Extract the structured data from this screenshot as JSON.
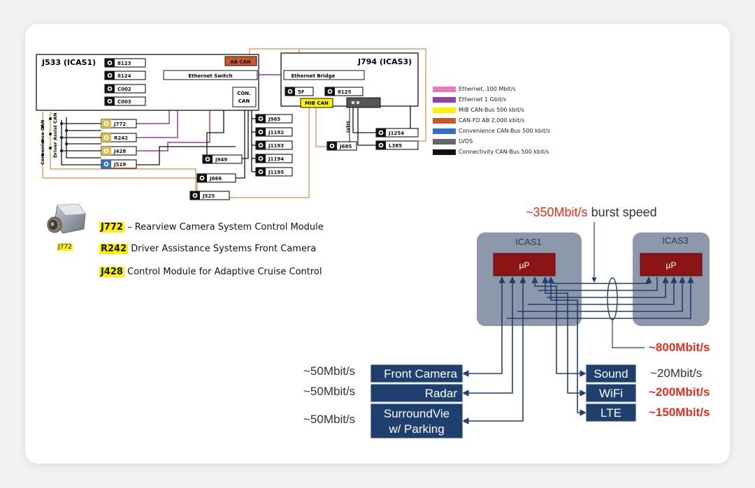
{
  "top_diagram": {
    "j533_title": "J533 (ICAS1)",
    "j794_title": "J794 (ICAS3)",
    "ab_can": "AB CAN",
    "ethernet_switch": "Ethernet Switch",
    "ethernet_bridge": "Ethernet Bridge",
    "con_can": [
      "CON.",
      "CAN"
    ],
    "mib_can": "MIB CAN",
    "lvds": "LVDS",
    "j533_ports": [
      "8123",
      "8124",
      "C002",
      "C003"
    ],
    "j794_ports": [
      "5F",
      "8125"
    ],
    "left_modules": [
      "J772",
      "R242",
      "J428",
      "J519"
    ],
    "center_modules": [
      "J965",
      "J1192",
      "J1193",
      "J1194",
      "J1195",
      "J949",
      "J666",
      "J525",
      "J685"
    ],
    "right_modules": [
      "J1254",
      "L385"
    ],
    "side_labels": [
      "Convenience CAN",
      "Driver Assist CAN"
    ]
  },
  "legend": [
    {
      "label": "Ethernet, 100 Mbit/s",
      "color": "#e57bbd"
    },
    {
      "label": "Ethernet 1 Gbit/s",
      "color": "#9a3ea3"
    },
    {
      "label": "MIB CAN-Bus 500 kbit/s",
      "color": "#fff200"
    },
    {
      "label": "CAN-FD AB 2,000 kbit/s",
      "color": "#c8582b"
    },
    {
      "label": "Convenience CAN-Bus 500 kbit/s",
      "color": "#2f6fc4"
    },
    {
      "label": "LVDS",
      "color": "#666666"
    },
    {
      "label": "Connectivity CAN-Bus 500 kbit/s",
      "color": "#111111"
    }
  ],
  "camera_caption": "J772",
  "definitions": [
    {
      "code": "J772",
      "text": "– Rearview Camera System Control Module"
    },
    {
      "code": "R242",
      "text": "Driver Assistance Systems Front Camera"
    },
    {
      "code": "J428",
      "text": "Control Module for Adaptive Cruise Control"
    }
  ],
  "bottom_diagram": {
    "burst_value": "~350Mbit/s",
    "burst_label": "burst speed",
    "icas1": "ICAS1",
    "icas3": "ICAS3",
    "up": "µP",
    "total": "~800Mbit/s",
    "inputs": [
      {
        "name": "Front Camera",
        "rate": "~50Mbit/s"
      },
      {
        "name": "Radar",
        "rate": "~50Mbit/s"
      },
      {
        "name": "SurroundView/ Parking",
        "name_lines": [
          "SurroundVie",
          "w/ Parking"
        ],
        "rate": "~50Mbit/s"
      }
    ],
    "outputs": [
      {
        "name": "Sound",
        "rate": "~20Mbit/s",
        "rate_color": "#333333"
      },
      {
        "name": "WiFi",
        "rate": "~200Mbit/s",
        "rate_color": "#e0301e"
      },
      {
        "name": "LTE",
        "rate": "~150Mbit/s",
        "rate_color": "#e0301e"
      }
    ]
  },
  "colors": {
    "navy_box": "#1f3f6e",
    "arrow": "#1f3f6e",
    "icas_panel": "#8a96a8",
    "up_box": "#8b1414",
    "red_text": "#e0301e"
  }
}
